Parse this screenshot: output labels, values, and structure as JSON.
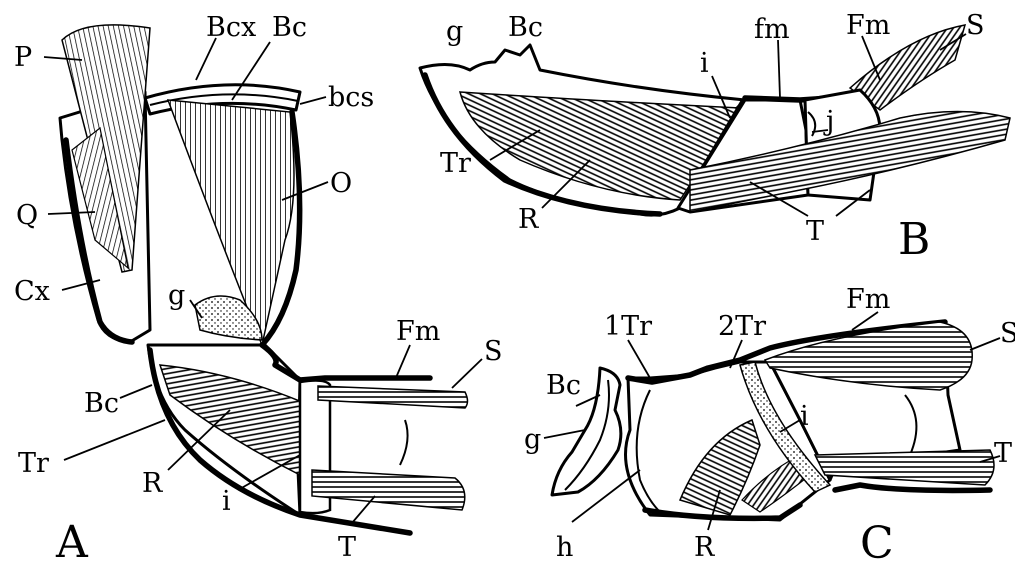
{
  "figure": {
    "panels": {
      "a": "A",
      "b": "B",
      "c": "C"
    },
    "labels_a": {
      "p": "P",
      "bcx": "Bcx",
      "bc_top": "Bc",
      "bcs": "bcs",
      "q": "Q",
      "o": "O",
      "cx": "Cx",
      "g": "g",
      "fm": "Fm",
      "s": "S",
      "bc": "Bc",
      "tr": "Tr",
      "r": "R",
      "i": "i",
      "t": "T"
    },
    "labels_b": {
      "g": "g",
      "bc": "Bc",
      "fm_small": "fm",
      "fm": "Fm",
      "s": "S",
      "i": "i",
      "j": "j",
      "tr": "Tr",
      "r": "R",
      "t": "T"
    },
    "labels_c": {
      "tr1": "1Tr",
      "tr2": "2Tr",
      "fm": "Fm",
      "s": "S",
      "bc": "Bc",
      "g": "g",
      "i": "i",
      "t": "T",
      "h": "h",
      "r": "R"
    }
  }
}
